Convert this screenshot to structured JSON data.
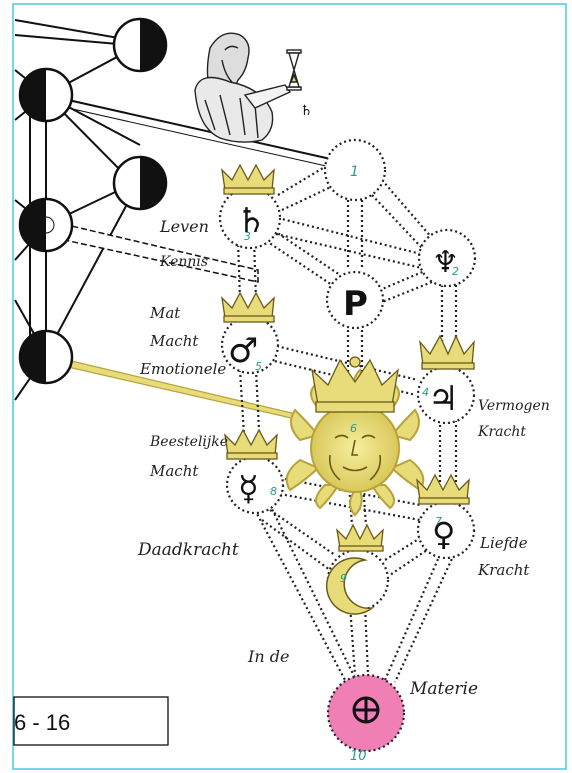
{
  "colors": {
    "frame": "#49c8e4",
    "gold": "#e8dc7a",
    "gold_dark": "#b8a23a",
    "pink": "#f07fb6",
    "number": "#2a9a8a",
    "ink": "#111111"
  },
  "labels": {
    "leven": "Leven",
    "kennis": "Kennis",
    "mat": "Mat",
    "macht1": "Macht",
    "emotionele": "Emotionele",
    "beestelijke": "Beestelijke",
    "macht2": "Macht",
    "daadkracht": "Daadkracht",
    "vermogen": "Vermogen",
    "kracht1": "Kracht",
    "liefde": "Liefde",
    "kracht2": "Kracht",
    "in_de": "In de",
    "materie": "Materie",
    "page_box": "6 - 16"
  },
  "nodes": [
    {
      "id": "n1",
      "number": "1",
      "symbol": "",
      "symbol_name": "empty"
    },
    {
      "id": "n2",
      "number": "2",
      "symbol": "♆",
      "symbol_name": "neptune-icon"
    },
    {
      "id": "n3",
      "number": "3",
      "symbol": "♄",
      "symbol_name": "saturn-icon"
    },
    {
      "id": "np",
      "number": "",
      "symbol": "P",
      "symbol_name": "pluto-icon"
    },
    {
      "id": "n4",
      "number": "4",
      "symbol": "♃",
      "symbol_name": "jupiter-icon"
    },
    {
      "id": "n5",
      "number": "5",
      "symbol": "♂",
      "symbol_name": "mars-icon"
    },
    {
      "id": "n6",
      "number": "6",
      "symbol": "",
      "symbol_name": "sun-icon"
    },
    {
      "id": "n7",
      "number": "7",
      "symbol": "♀",
      "symbol_name": "venus-icon"
    },
    {
      "id": "n8",
      "number": "8",
      "symbol": "☿",
      "symbol_name": "mercury-icon"
    },
    {
      "id": "n9",
      "number": "9",
      "symbol": "☾",
      "symbol_name": "moon-icon"
    },
    {
      "id": "n10",
      "number": "10",
      "symbol": "⊕",
      "symbol_name": "earth-icon"
    }
  ],
  "saturn_sign": "♄"
}
